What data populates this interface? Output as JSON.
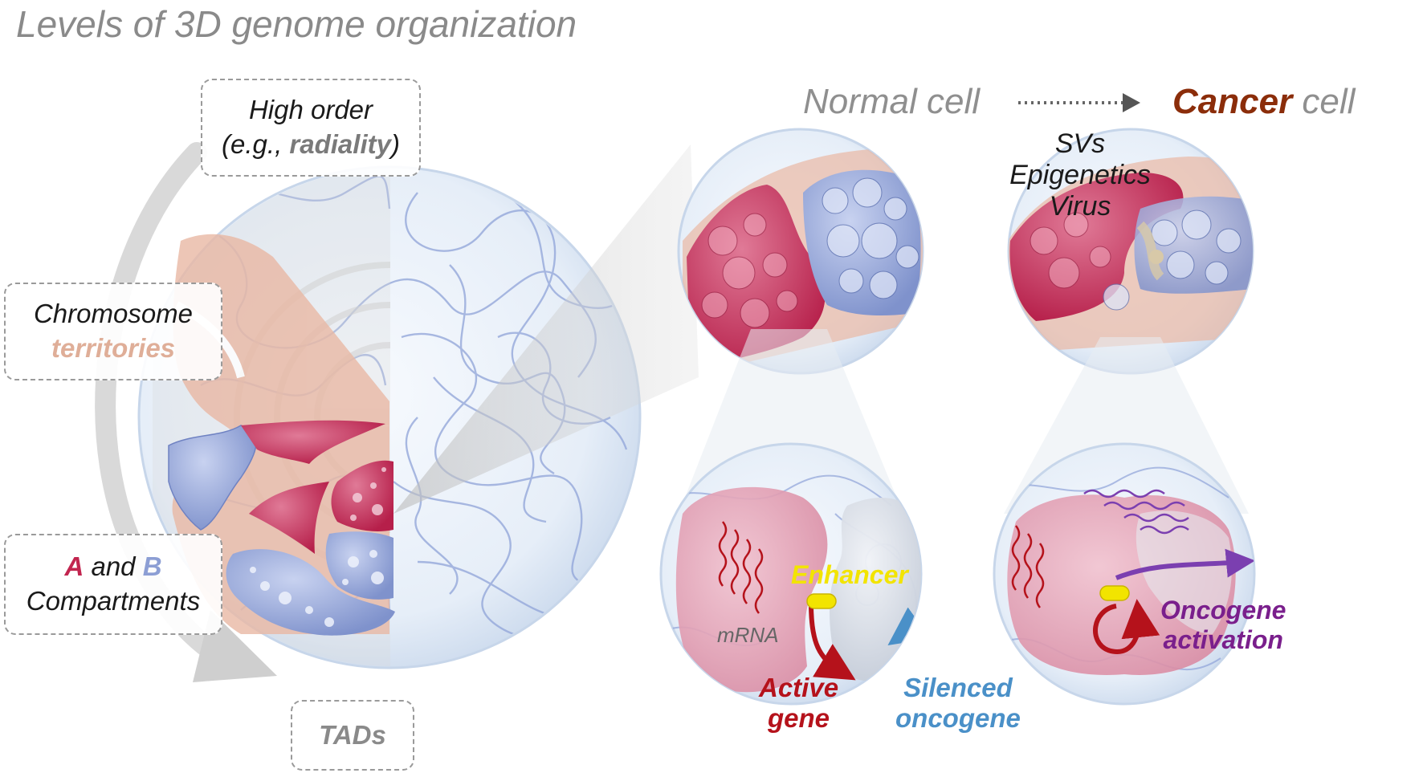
{
  "title": "Levels of 3D genome organization",
  "levels": {
    "high_order": {
      "line1": "High order",
      "line2_prefix": "(e.g., ",
      "line2_bold": "radiality",
      "line2_suffix": ")"
    },
    "territories": {
      "line1": "Chromosome",
      "line2": "territories"
    },
    "compartments": {
      "a": "A",
      "and": " and ",
      "b": "B",
      "line2": "Compartments"
    },
    "tads": {
      "label": "TADs"
    }
  },
  "transition": {
    "normal": "Normal cell",
    "cancer_bold": "Cancer",
    "cancer_rest": " cell",
    "causes": [
      "SVs",
      "Epigenetics",
      "Virus"
    ]
  },
  "normal_detail": {
    "enhancer": "Enhancer",
    "mrna": "mRNA",
    "active_line1": "Active",
    "active_line2": "gene",
    "silenced_line1": "Silenced",
    "silenced_line2": "oncogene"
  },
  "cancer_detail": {
    "line1": "Oncogene",
    "line2": "activation"
  },
  "colors": {
    "compartment_a": "#c2254f",
    "compartment_b": "#8c9ed4",
    "territory": "#e9b8a4",
    "active": "#b5121b",
    "silenced": "#4a90c8",
    "oncogene": "#7a1f8c",
    "enhancer": "#f2e400",
    "cancer_word": "#8b2d0a"
  }
}
